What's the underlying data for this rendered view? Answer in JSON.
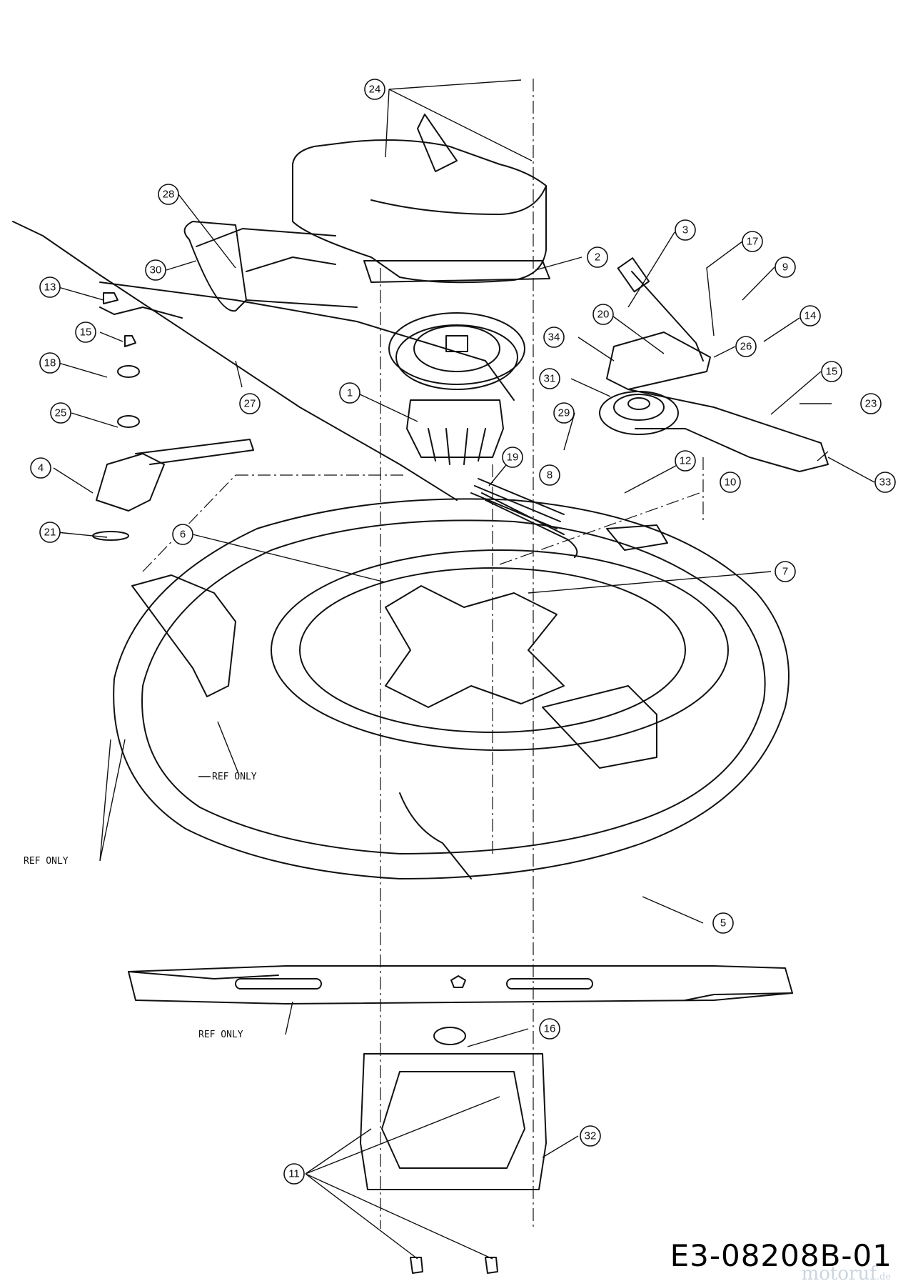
{
  "drawing_code": "E3-08208B-01",
  "watermark": {
    "name": "motoruf",
    "tld": ".de"
  },
  "ref_labels": [
    "REF ONLY",
    "REF ONLY",
    "REF ONLY"
  ],
  "callouts": [
    "24",
    "28",
    "30",
    "2",
    "3",
    "17",
    "9",
    "14",
    "13",
    "15",
    "18",
    "25",
    "4",
    "21",
    "1",
    "34",
    "20",
    "26",
    "15",
    "31",
    "23",
    "29",
    "19",
    "12",
    "8",
    "10",
    "33",
    "6",
    "7",
    "5",
    "16",
    "32",
    "11",
    "27"
  ]
}
